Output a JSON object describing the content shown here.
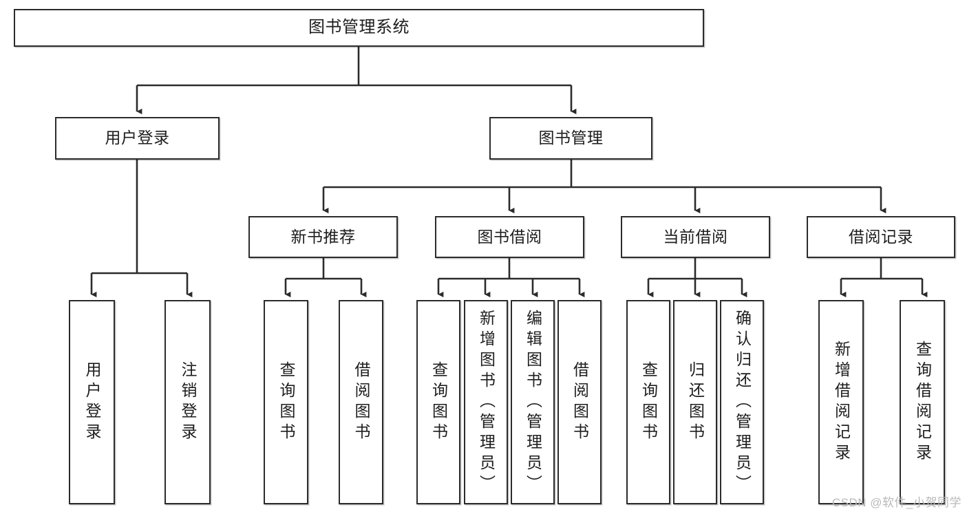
{
  "diagram": {
    "title": "图书管理系统",
    "type": "tree-hierarchy-diagram",
    "root": {
      "id": "root",
      "label": "图书管理系统"
    },
    "level2": [
      {
        "id": "user-login",
        "label": "用户登录"
      },
      {
        "id": "book-manage",
        "label": "图书管理"
      }
    ],
    "level3": [
      {
        "id": "new-book-rec",
        "label": "新书推荐"
      },
      {
        "id": "book-borrow",
        "label": "图书借阅"
      },
      {
        "id": "current-borrow",
        "label": "当前借阅"
      },
      {
        "id": "borrow-record",
        "label": "借阅记录"
      }
    ],
    "leaves": {
      "user_login": [
        {
          "id": "leaf-user-login",
          "label": "用户登录"
        },
        {
          "id": "leaf-logout",
          "label": "注销登录"
        }
      ],
      "new_book_rec": [
        {
          "id": "leaf-query-book-1",
          "label": "查询图书"
        },
        {
          "id": "leaf-borrow-book-1",
          "label": "借阅图书"
        }
      ],
      "book_borrow": [
        {
          "id": "leaf-query-book-2",
          "label": "查询图书"
        },
        {
          "id": "leaf-add-book",
          "label": "新增图书（管理员）"
        },
        {
          "id": "leaf-edit-book",
          "label": "编辑图书（管理员）"
        },
        {
          "id": "leaf-borrow-book-2",
          "label": "借阅图书"
        }
      ],
      "current_borrow": [
        {
          "id": "leaf-query-book-3",
          "label": "查询图书"
        },
        {
          "id": "leaf-return-book",
          "label": "归还图书"
        },
        {
          "id": "leaf-confirm-return",
          "label": "确认归还（管理员）"
        }
      ],
      "borrow_record": [
        {
          "id": "leaf-add-record",
          "label": "新增借阅记录"
        },
        {
          "id": "leaf-query-record",
          "label": "查询借阅记录"
        }
      ]
    }
  },
  "watermark": {
    "text": "CSDN @软件_小贺同学"
  },
  "colors": {
    "stroke": "#2b2b2b",
    "box_fill": "#ffffff",
    "text": "#1d1d1d",
    "watermark": "#b9b9b9",
    "page_background": "#ffffff"
  }
}
